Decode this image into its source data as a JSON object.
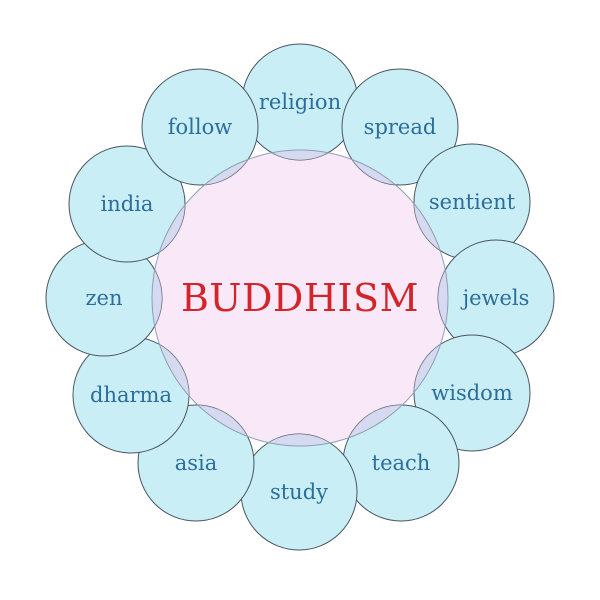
{
  "diagram": {
    "center": {
      "label": "BUDDHISM"
    },
    "petals": [
      {
        "label": "religion"
      },
      {
        "label": "spread"
      },
      {
        "label": "sentient"
      },
      {
        "label": "jewels"
      },
      {
        "label": "wisdom"
      },
      {
        "label": "teach"
      },
      {
        "label": "study"
      },
      {
        "label": "asia"
      },
      {
        "label": "dharma"
      },
      {
        "label": "zen"
      },
      {
        "label": "india"
      },
      {
        "label": "follow"
      }
    ],
    "colors": {
      "center_fill": "#f9e8f8",
      "petal_fill": "#c9eef6",
      "overlap_fill": "#d8d3ee",
      "stroke": "#4a5560",
      "center_text": "#d3242a",
      "petal_text": "#2b6d9b"
    }
  }
}
